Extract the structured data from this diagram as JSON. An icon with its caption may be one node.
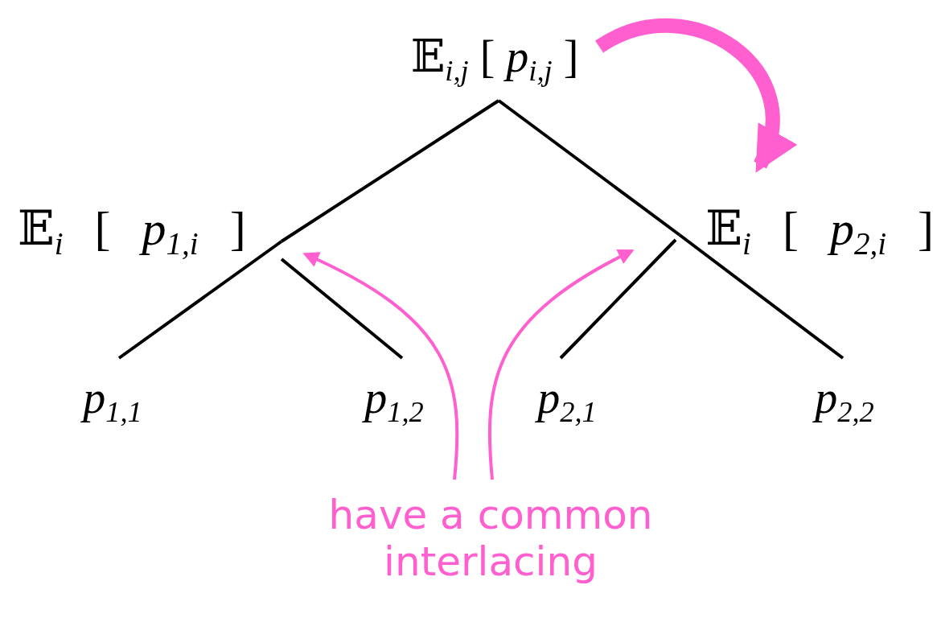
{
  "diagram": {
    "nodes": [
      {
        "text": [
          "𝔼$_{i,j}$ [ *p*$_{i,j}$ ]"
        ]
      },
      {
        "text": [
          "𝔼$_{i}$ [ *p*$_{1,i}$ ]"
        ]
      },
      {
        "text": [
          "𝔼$_{i}$ [ *p*$_{2,i}$ ]"
        ]
      },
      {
        "text": [
          "*p*$_{1,1}$"
        ]
      },
      {
        "text": [
          "*p*$_{1,2}$"
        ]
      },
      {
        "text": [
          "*p*$_{2,1}$"
        ]
      },
      {
        "text": [
          "*p*$_{2,2}$"
        ]
      },
      {
        "text": [
          "have a common interlacing"
        ]
      }
    ],
    "edges": [
      {
        "from": 0,
        "to": 1,
        "arrow": "none"
      },
      {
        "from": 1,
        "to": 3,
        "arrow": "none"
      },
      {
        "from": 1,
        "to": 4,
        "arrow": "none"
      },
      {
        "from": 0,
        "to": 2,
        "arrow": "none"
      },
      {
        "from": 2,
        "to": 5,
        "arrow": "none"
      },
      {
        "from": 2,
        "to": 6,
        "arrow": "none"
      },
      {
        "from": 7,
        "to": 1,
        "arrow": "to",
        "color": "#ff5fcf"
      },
      {
        "from": 7,
        "to": 2,
        "arrow": "to",
        "color": "#ff5fcf"
      },
      {
        "from": 0,
        "to": 2,
        "arrow": "to",
        "style": "thick",
        "color": "#ff5fcf"
      }
    ]
  }
}
